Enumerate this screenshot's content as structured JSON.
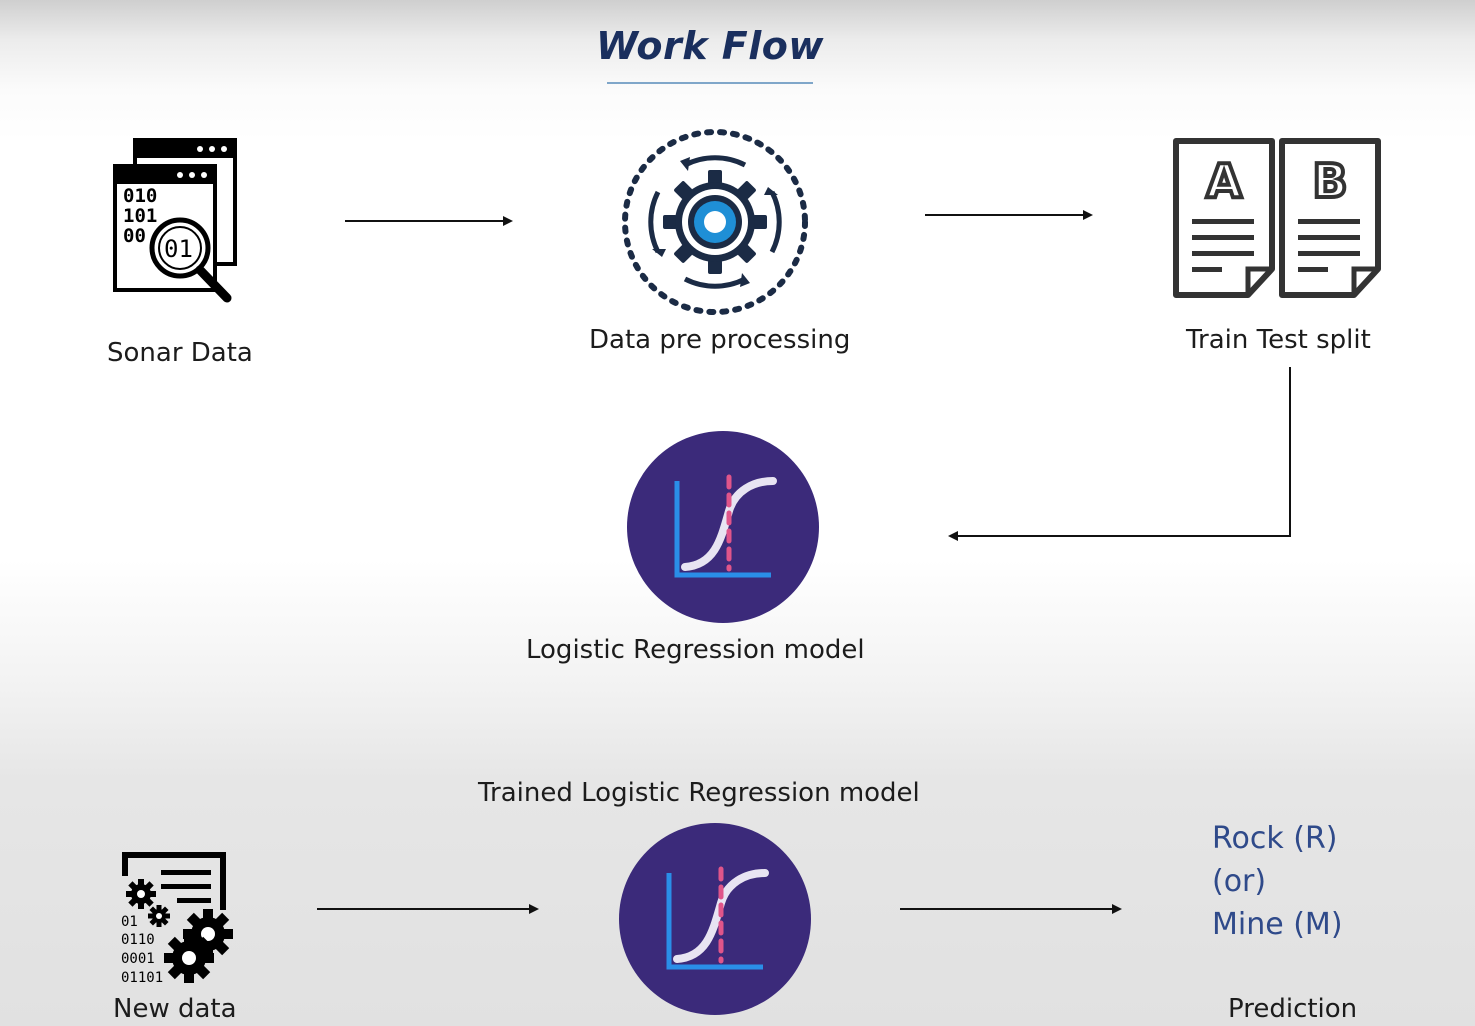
{
  "title": "Work Flow",
  "steps": {
    "sonar_data": "Sonar Data",
    "preprocessing": "Data pre processing",
    "split": "Train Test split",
    "model": "Logistic Regression model",
    "trained_model": "Trained Logistic Regression model",
    "new_data": "New data",
    "prediction_title": "Prediction"
  },
  "prediction": {
    "line1": "Rock (R)",
    "line2": "(or)",
    "line3": "Mine (M)"
  },
  "split_letters": {
    "a": "A",
    "b": "B"
  },
  "colors": {
    "title": "#1a2f5e",
    "prediction": "#2f4a8a",
    "model_circle": "#3b2a7a",
    "gear_blue": "#1f8fd6",
    "dark_navy": "#1b2b45"
  },
  "icons": {
    "sonar_data": "binary-window-magnifier-icon",
    "preprocessing": "gear-cycle-icon",
    "split": "ab-documents-icon",
    "model": "logistic-curve-icon",
    "new_data": "data-gears-icon"
  }
}
